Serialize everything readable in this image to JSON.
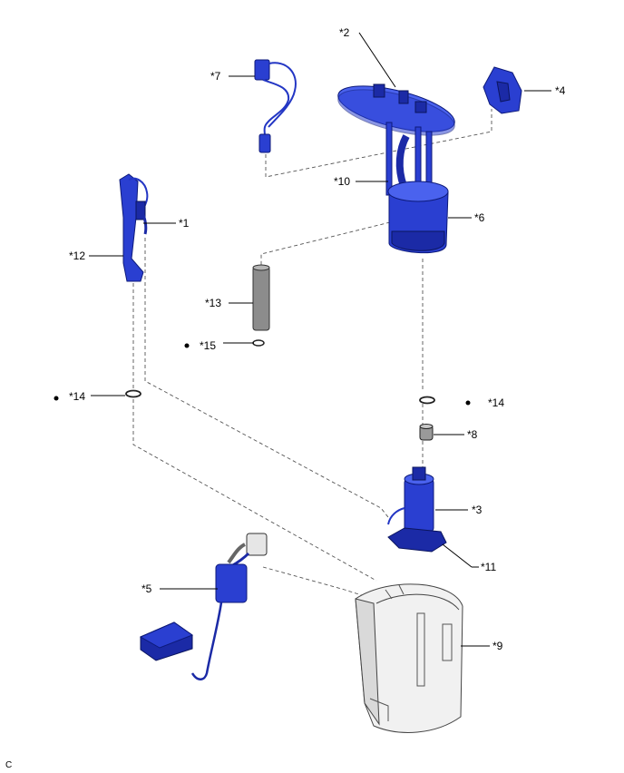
{
  "labels": {
    "p1": "*1",
    "p2": "*2",
    "p3": "*3",
    "p4": "*4",
    "p5": "*5",
    "p6": "*6",
    "p7": "*7",
    "p8": "*8",
    "p9": "*9",
    "p10": "*10",
    "p11": "*11",
    "p12": "*12",
    "p13": "*13",
    "p14a": "*14",
    "p14b": "*14",
    "p15": "*15"
  },
  "corner_code": "C",
  "colors": {
    "part_blue": "#2a3fd1",
    "part_grey": "#f1f1f1"
  }
}
